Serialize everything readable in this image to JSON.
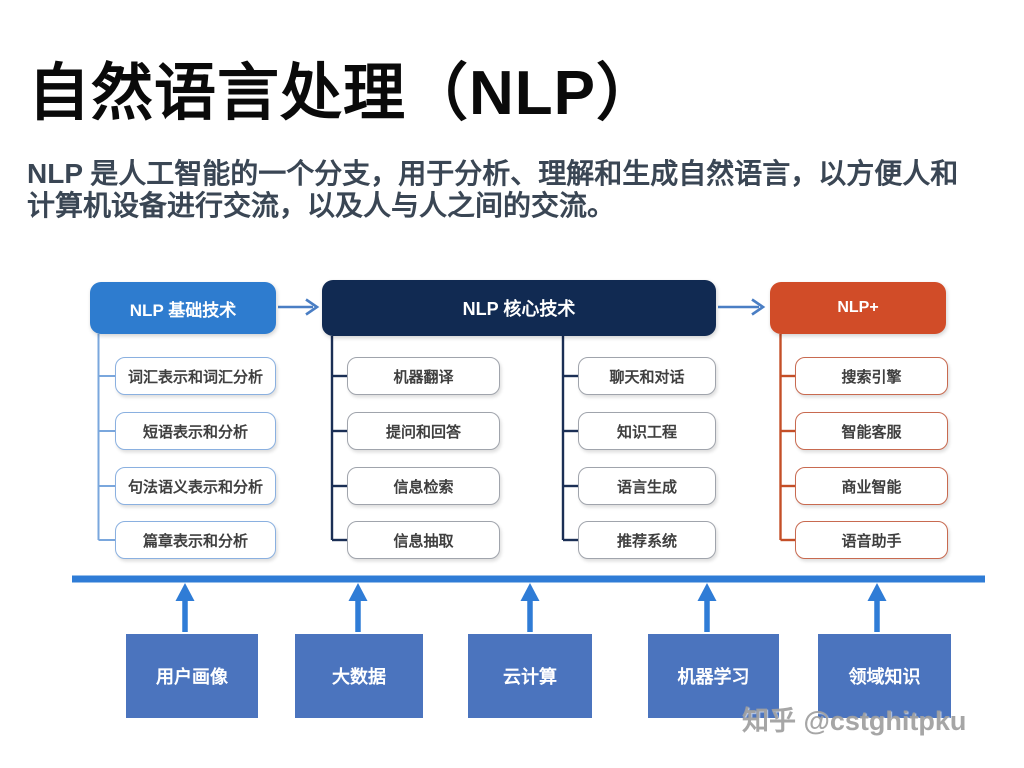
{
  "page": {
    "title": "自然语言处理（NLP）",
    "subtitle_line1": "NLP 是人工智能的一个分支，用于分析、理解和生成自然语言，以方便人和",
    "subtitle_line2": "计算机设备进行交流，以及人与人之间的交流。",
    "watermark": "知乎 @cstghitpku"
  },
  "colors": {
    "header-basic": "#2E7CCF",
    "header-core": "#112A52",
    "header-plus": "#D14C28",
    "connector-basic": "#7AA7DD",
    "connector-core": "#1B2F55",
    "connector-plus": "#C44F28",
    "border-basic": "#8AB0E0",
    "border-core": "#A0A4AC",
    "border-plus": "#C86A50",
    "bottom-box": "#4B74BE",
    "baseline-blue": "#2F7CD6",
    "arrow-blue": "#4A7EC4",
    "item-text": "#3F3F3F",
    "subtitle-text": "#3A4654"
  },
  "diagram": {
    "headers": {
      "basic": {
        "label": "NLP 基础技术"
      },
      "core": {
        "label": "NLP 核心技术"
      },
      "plus": {
        "label": "NLP+"
      }
    },
    "columns": {
      "basic": {
        "items": [
          "词汇表示和词汇分析",
          "短语表示和分析",
          "句法语义表示和分析",
          "篇章表示和分析"
        ]
      },
      "core_a": {
        "items": [
          "机器翻译",
          "提问和回答",
          "信息检索",
          "信息抽取"
        ]
      },
      "core_b": {
        "items": [
          "聊天和对话",
          "知识工程",
          "语言生成",
          "推荐系统"
        ]
      },
      "plus": {
        "items": [
          "搜索引擎",
          "智能客服",
          "商业智能",
          "语音助手"
        ]
      }
    },
    "foundations": [
      "用户画像",
      "大数据",
      "云计算",
      "机器学习",
      "领域知识"
    ]
  }
}
